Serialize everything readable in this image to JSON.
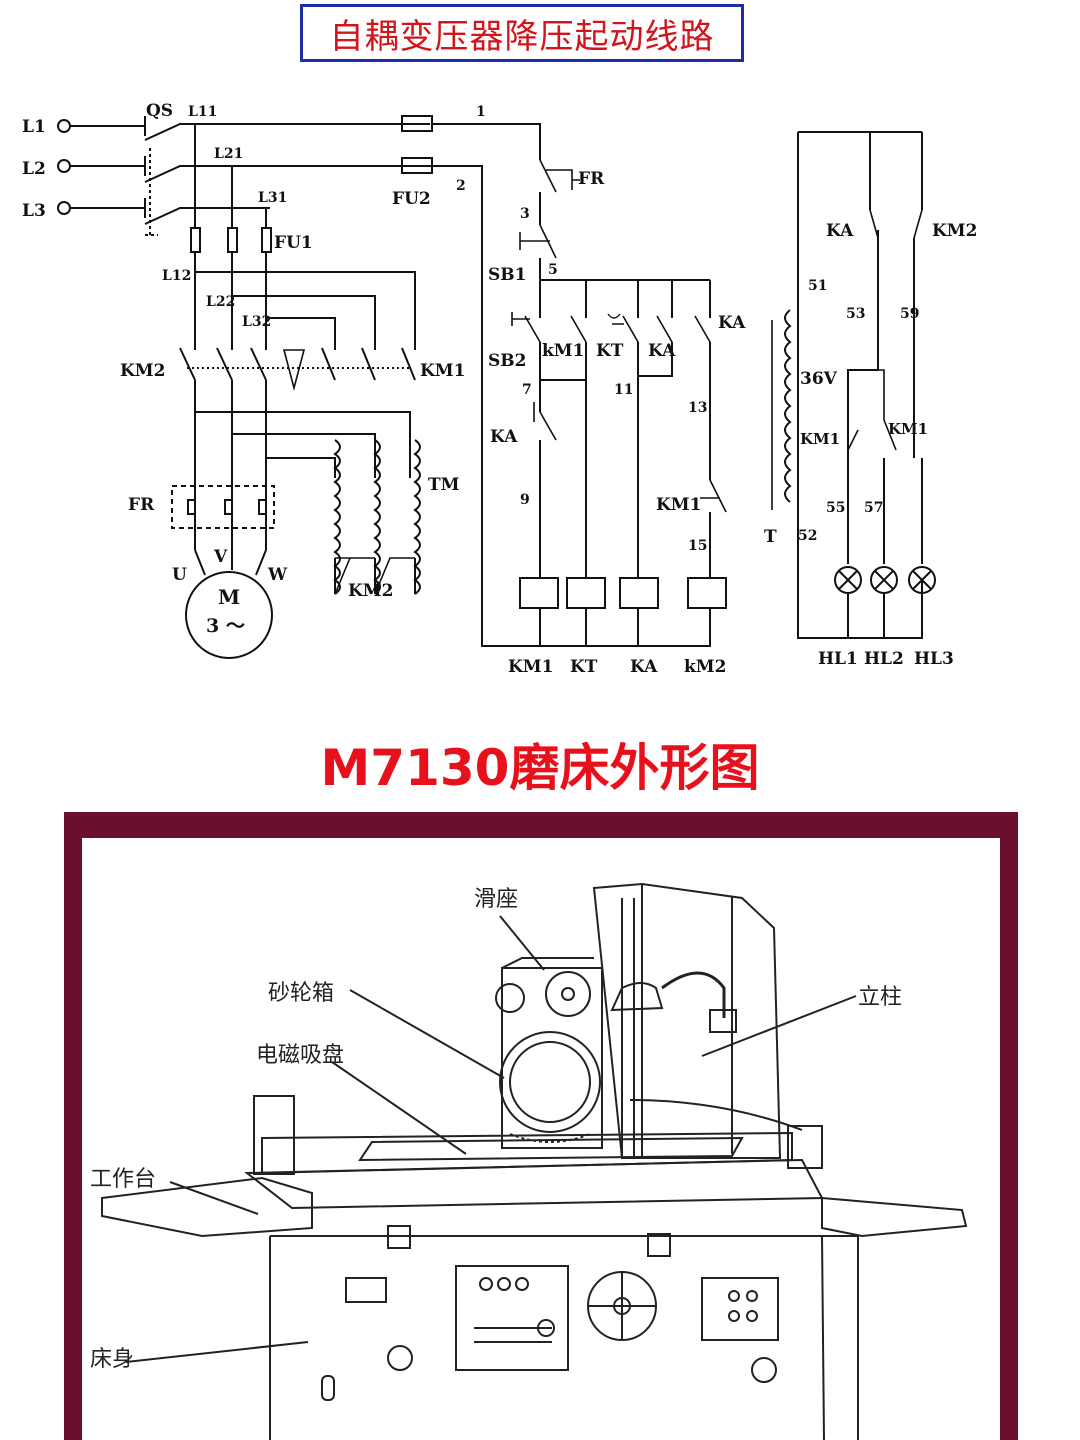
{
  "title": "自耦变压器降压起动线路",
  "schematic": {
    "main_circuit": {
      "lines": [
        "L1",
        "L2",
        "L3"
      ],
      "switch": "QS",
      "nodes": [
        "L11",
        "L21",
        "L31",
        "L12",
        "L22",
        "L32"
      ],
      "fuse_main": "FU1",
      "contactor_left": "KM2",
      "contactor_right": "KM1",
      "relay": "FR",
      "terminals": [
        "U",
        "V",
        "W"
      ],
      "motor": {
        "name": "M",
        "phase": "3 ～"
      },
      "autotransformer": "TM",
      "contactor_bottom": "KM2"
    },
    "control_circuit": {
      "fuse": "FU2",
      "wire_numbers": [
        "1",
        "2",
        "3",
        "5",
        "7",
        "9",
        "11",
        "13",
        "15"
      ],
      "relay_contact": "FR",
      "stop_button": "SB1",
      "start_button": "SB2",
      "contact_labels": [
        "kM1",
        "KT",
        "KA",
        "KA",
        "KA",
        "KM1"
      ],
      "coils": [
        "KM1",
        "KT",
        "KA",
        "kM2"
      ]
    },
    "indicator_circuit": {
      "contacts": [
        "KA",
        "KM2"
      ],
      "wire_numbers": [
        "51",
        "53",
        "59",
        "55",
        "57",
        "52"
      ],
      "voltage": "36V",
      "transformer": "T",
      "km1_contacts": [
        "KM1",
        "KM1"
      ],
      "lamps": [
        "HL1",
        "HL2",
        "HL3"
      ]
    }
  },
  "title2": "M7130磨床外形图",
  "machine_labels": [
    "滑座",
    "砂轮箱",
    "电磁吸盘",
    "立柱",
    "工作台",
    "床身"
  ],
  "colors": {
    "title_red": "#d2141c",
    "title_border": "#1f2ea8",
    "frame": "#6a0f2e"
  }
}
